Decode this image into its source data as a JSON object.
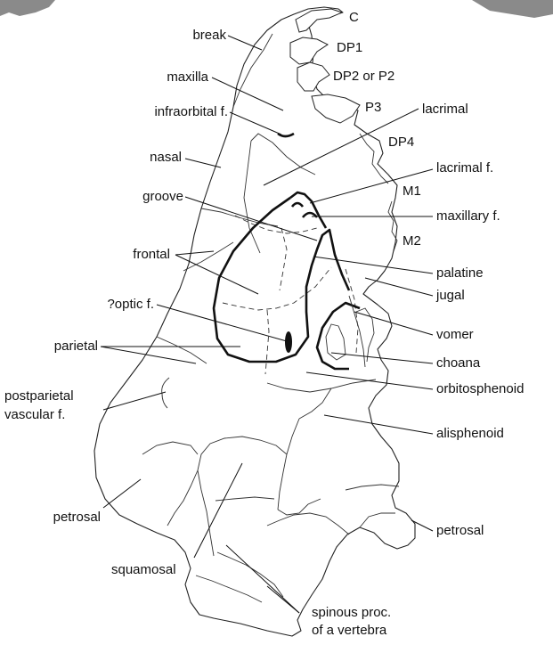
{
  "labels": {
    "C": "C",
    "DP1": "DP1",
    "DP2": "DP2 or P2",
    "P3": "P3",
    "DP4": "DP4",
    "M1": "M1",
    "M2": "M2",
    "break": "break",
    "maxilla": "maxilla",
    "infraorbital": "infraorbital f.",
    "nasal": "nasal",
    "groove": "groove",
    "frontal": "frontal",
    "optic": "?optic f.",
    "parietal": "parietal",
    "postparietal_1": "postparietal",
    "postparietal_2": "vascular f.",
    "petrosal_left": "petrosal",
    "squamosal": "squamosal",
    "lacrimal": "lacrimal",
    "lacrimal_f": "lacrimal f.",
    "maxillary_f": "maxillary f.",
    "palatine": "palatine",
    "jugal": "jugal",
    "vomer": "vomer",
    "choana": "choana",
    "orbitosphenoid": "orbitosphenoid",
    "alisphenoid": "alisphenoid",
    "petrosal_right": "petrosal",
    "spinous_1": "spinous proc.",
    "spinous_2": "of a vertebra"
  },
  "colors": {
    "ink": "#111111",
    "background": "#ffffff",
    "corner_rock": "#8a8a8a"
  }
}
